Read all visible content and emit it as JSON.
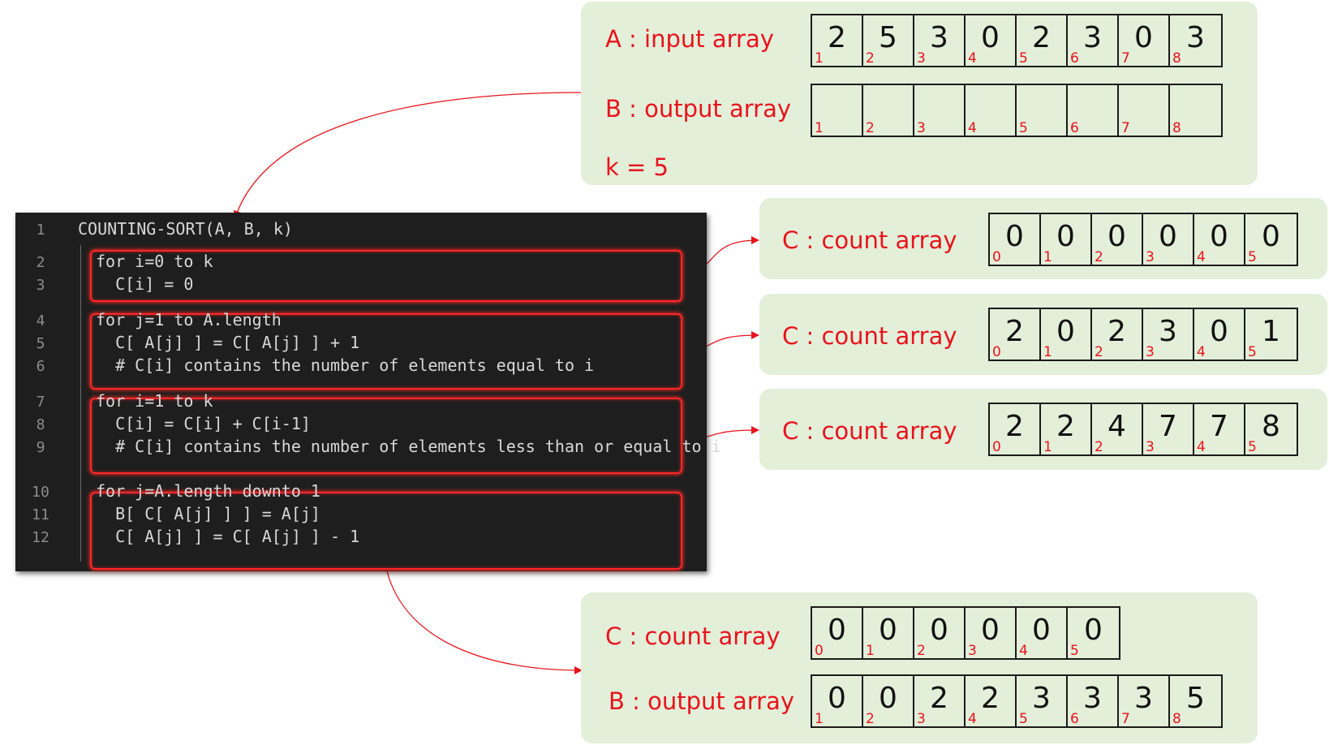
{
  "top": {
    "a_label": "A : input array",
    "a_values": [
      "2",
      "5",
      "3",
      "0",
      "2",
      "3",
      "0",
      "3"
    ],
    "a_indices": [
      "1",
      "2",
      "3",
      "4",
      "5",
      "6",
      "7",
      "8"
    ],
    "b_label": "B : output array",
    "b_values": [
      "",
      "",
      "",
      "",
      "",
      "",
      "",
      ""
    ],
    "b_indices": [
      "1",
      "2",
      "3",
      "4",
      "5",
      "6",
      "7",
      "8"
    ],
    "k_label": "k = 5"
  },
  "code": {
    "lines": [
      {
        "num": "1",
        "text": "COUNTING-SORT(A, B, k)"
      },
      {
        "num": "2",
        "text": "for i=0 to k"
      },
      {
        "num": "3",
        "text": "  C[i] = 0"
      },
      {
        "num": "4",
        "text": "for j=1 to A.length"
      },
      {
        "num": "5",
        "text": "  C[ A[j] ] = C[ A[j] ] + 1"
      },
      {
        "num": "6",
        "text": "  # C[i] contains the number of elements equal to i"
      },
      {
        "num": "7",
        "text": "for i=1 to k"
      },
      {
        "num": "8",
        "text": "  C[i] = C[i] + C[i-1]"
      },
      {
        "num": "9",
        "text": "  # C[i] contains the number of elements less than or equal to i"
      },
      {
        "num": "10",
        "text": "for j=A.length downto 1"
      },
      {
        "num": "11",
        "text": "  B[ C[ A[j] ] ] = A[j]"
      },
      {
        "num": "12",
        "text": "  C[ A[j] ] = C[ A[j] ] - 1"
      }
    ]
  },
  "count_panels": [
    {
      "label": "C : count array",
      "values": [
        "0",
        "0",
        "0",
        "0",
        "0",
        "0"
      ],
      "indices": [
        "0",
        "1",
        "2",
        "3",
        "4",
        "5"
      ]
    },
    {
      "label": "C : count array",
      "values": [
        "2",
        "0",
        "2",
        "3",
        "0",
        "1"
      ],
      "indices": [
        "0",
        "1",
        "2",
        "3",
        "4",
        "5"
      ]
    },
    {
      "label": "C : count array",
      "values": [
        "2",
        "2",
        "4",
        "7",
        "7",
        "8"
      ],
      "indices": [
        "0",
        "1",
        "2",
        "3",
        "4",
        "5"
      ]
    }
  ],
  "bottom": {
    "c_label": "C : count array",
    "c_values": [
      "0",
      "0",
      "0",
      "0",
      "0",
      "0"
    ],
    "c_indices": [
      "0",
      "1",
      "2",
      "3",
      "4",
      "5"
    ],
    "b_label": "B : output array",
    "b_values": [
      "0",
      "0",
      "2",
      "2",
      "3",
      "3",
      "3",
      "5"
    ],
    "b_indices": [
      "1",
      "2",
      "3",
      "4",
      "5",
      "6",
      "7",
      "8"
    ]
  },
  "colors": {
    "panel": "#e3efd9",
    "label": "#e8131d",
    "arrow": "#e8131d",
    "code_bg": "#1e1e1e",
    "highlight": "#ff2626"
  }
}
